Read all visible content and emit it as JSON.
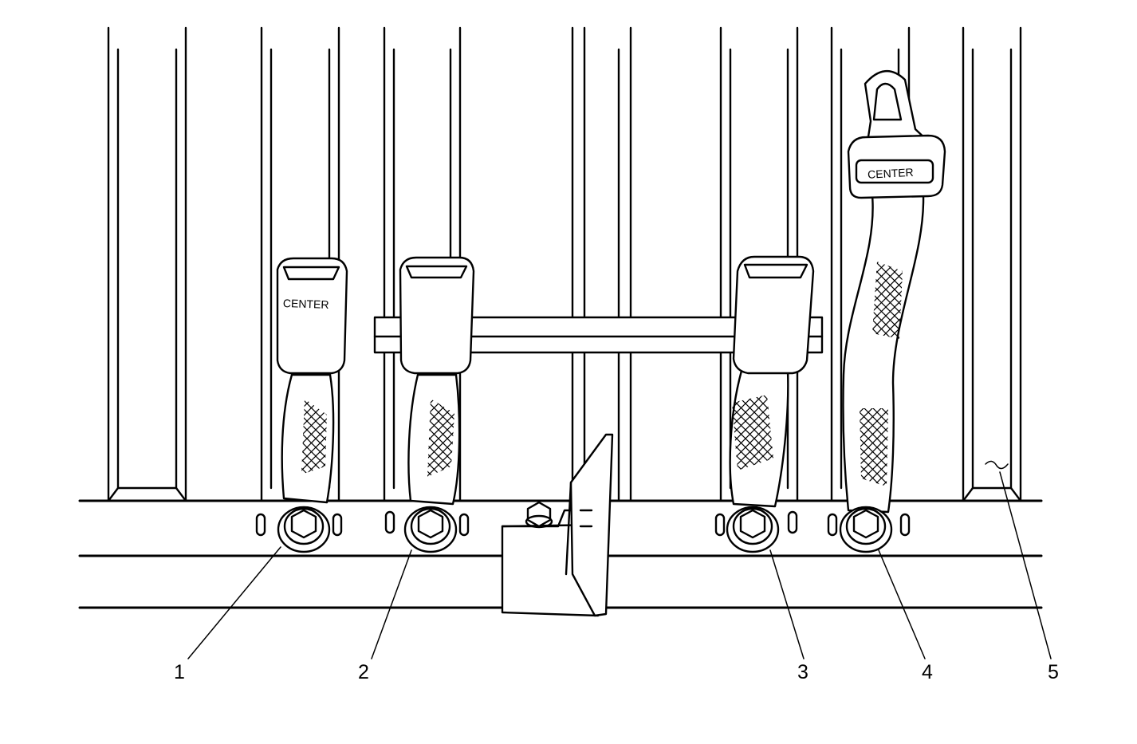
{
  "buckle_text": "CENTER",
  "callouts": [
    {
      "id": "1",
      "label": "1"
    },
    {
      "id": "2",
      "label": "2"
    },
    {
      "id": "3",
      "label": "3"
    },
    {
      "id": "4",
      "label": "4"
    },
    {
      "id": "5",
      "label": "5"
    }
  ],
  "colors": {
    "line": "#000000",
    "background": "#ffffff"
  }
}
